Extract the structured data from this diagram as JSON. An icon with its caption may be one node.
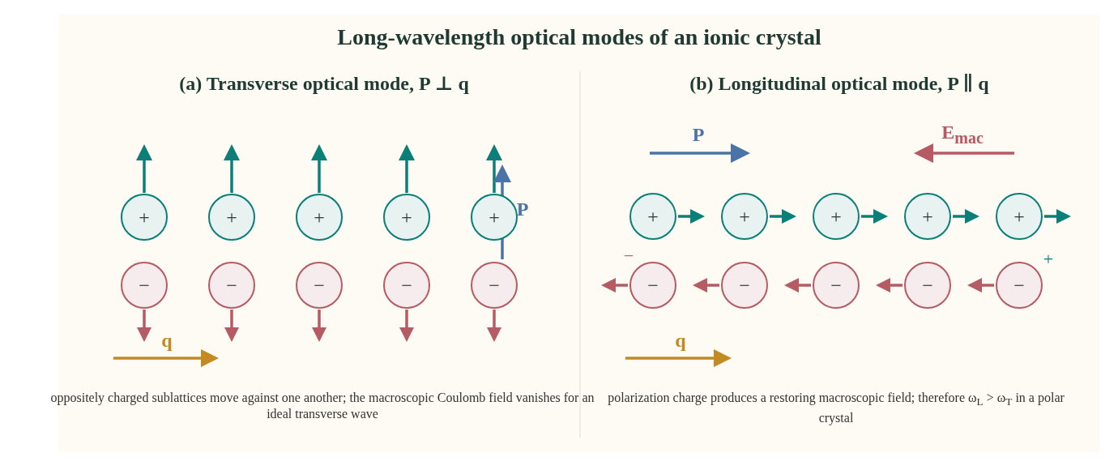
{
  "diagram": {
    "title": "Long-wavelength optical modes of an ionic crystal",
    "nodes": [
      {
        "text": [
          "+"
        ]
      },
      {
        "text": [
          "+"
        ]
      },
      {
        "text": [
          "+"
        ]
      },
      {
        "text": [
          "+"
        ]
      },
      {
        "text": [
          "+"
        ]
      },
      {
        "text": [
          "−"
        ]
      },
      {
        "text": [
          "−"
        ]
      },
      {
        "text": [
          "−"
        ]
      },
      {
        "text": [
          "−"
        ]
      },
      {
        "text": [
          "−"
        ]
      },
      {
        "text": [
          "+"
        ]
      },
      {
        "text": [
          "+"
        ]
      },
      {
        "text": [
          "+"
        ]
      },
      {
        "text": [
          "+"
        ]
      },
      {
        "text": [
          "+"
        ]
      },
      {
        "text": [
          "−"
        ]
      },
      {
        "text": [
          "−"
        ]
      },
      {
        "text": [
          "−"
        ]
      },
      {
        "text": [
          "−"
        ]
      },
      {
        "text": [
          "−"
        ]
      }
    ],
    "edges": [
      {
        "from": 0,
        "to": null,
        "arrow": "to",
        "color": "#0a7f78"
      },
      {
        "from": 1,
        "to": null,
        "arrow": "to",
        "color": "#0a7f78"
      },
      {
        "from": 2,
        "to": null,
        "arrow": "to",
        "color": "#0a7f78"
      },
      {
        "from": 3,
        "to": null,
        "arrow": "to",
        "color": "#0a7f78"
      },
      {
        "from": 4,
        "to": null,
        "arrow": "to",
        "color": "#0a7f78"
      },
      {
        "from": 5,
        "to": null,
        "arrow": "to",
        "color": "#b65a63"
      },
      {
        "from": 6,
        "to": null,
        "arrow": "to",
        "color": "#b65a63"
      },
      {
        "from": 7,
        "to": null,
        "arrow": "to",
        "color": "#b65a63"
      },
      {
        "from": 8,
        "to": null,
        "arrow": "to",
        "color": "#b65a63"
      },
      {
        "from": 9,
        "to": null,
        "arrow": "to",
        "color": "#b65a63"
      },
      {
        "from": 10,
        "to": null,
        "arrow": "to",
        "color": "#0a7f78"
      },
      {
        "from": 11,
        "to": null,
        "arrow": "to",
        "color": "#0a7f78"
      },
      {
        "from": 12,
        "to": null,
        "arrow": "to",
        "color": "#0a7f78"
      },
      {
        "from": 13,
        "to": null,
        "arrow": "to",
        "color": "#0a7f78"
      },
      {
        "from": 14,
        "to": null,
        "arrow": "to",
        "color": "#0a7f78"
      },
      {
        "from": 15,
        "to": null,
        "arrow": "to",
        "color": "#b65a63"
      },
      {
        "from": 16,
        "to": null,
        "arrow": "to",
        "color": "#b65a63"
      },
      {
        "from": 17,
        "to": null,
        "arrow": "to",
        "color": "#b65a63"
      },
      {
        "from": 18,
        "to": null,
        "arrow": "to",
        "color": "#b65a63"
      },
      {
        "from": 19,
        "to": null,
        "arrow": "to",
        "color": "#b65a63"
      }
    ],
    "labels": [
      "(a) Transverse optical mode, P ⊥ q",
      "(b) Longitudinal optical mode, P ∥ q",
      "P",
      "q",
      "P",
      "E$_{mac}$",
      "−",
      "+",
      "q",
      "oppositely charged sublattices move against one another; the macroscopic Coulomb field vanishes for an ideal transverse wave",
      "polarization charge produces a restoring macroscopic field; therefore ω$_{L}$ > ω$_{T}$ in a polar crystal"
    ]
  }
}
